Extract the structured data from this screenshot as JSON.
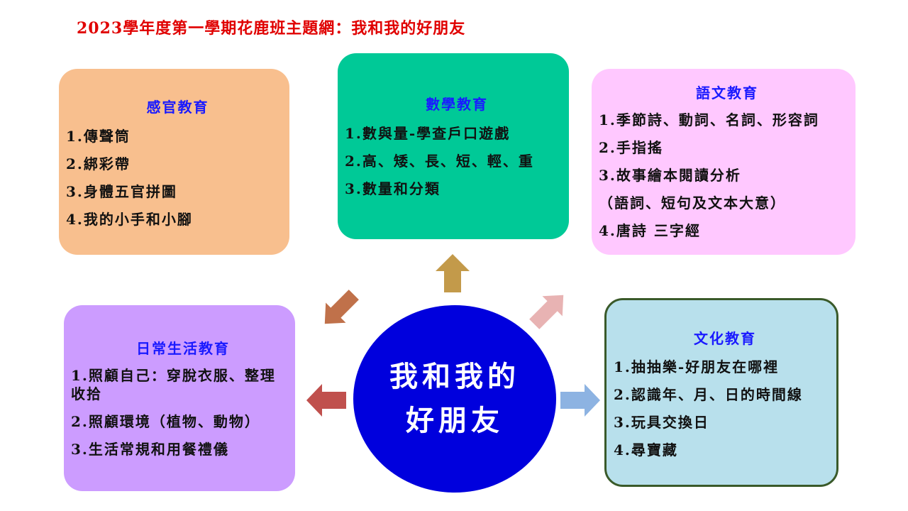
{
  "title": "2023學年度第一學期花鹿班主題網：我和我的好朋友",
  "center": {
    "line1": "我和我的",
    "line2": "好朋友"
  },
  "boxes": {
    "sense": {
      "heading": "感官教育",
      "items": [
        "1.傳聲筒",
        "2.綁彩帶",
        "3.身體五官拼圖",
        "4.我的小手和小腳"
      ]
    },
    "math": {
      "heading": "數學教育",
      "items": [
        "1.數與量-學查戶口遊戲",
        "2.高、矮、長、短、輕、重",
        "3.數量和分類"
      ]
    },
    "lang": {
      "heading": "語文教育",
      "items": [
        "1.季節詩、動詞、名詞、形容詞",
        "2.手指搖",
        "3.故事繪本閱讀分析",
        "（語詞、短句及文本大意）",
        "4.唐詩 三字經"
      ]
    },
    "daily": {
      "heading": "日常生活教育",
      "items": [
        "1.照顧自己：穿脫衣服、整理收拾",
        "2.照顧環境（植物、動物）",
        "3.生活常規和用餐禮儀"
      ]
    },
    "culture": {
      "heading": "文化教育",
      "items": [
        "1.抽抽樂-好朋友在哪裡",
        "2.認識年、月、日的時間線",
        "3.玩具交換日",
        "4.尋寶藏"
      ]
    }
  },
  "colors": {
    "sense": "#f8bf8e",
    "math": "#00c997",
    "lang": "#ffc8ff",
    "daily": "#cc9cff",
    "culture": "#b8e0ec",
    "center": "#0000dd",
    "title": "#e00000",
    "heading": "#1a1aff",
    "arrow_up": "#c39a4a",
    "arrow_upleft": "#c0714a",
    "arrow_upright": "#e8b3b3",
    "arrow_left": "#c0504d",
    "arrow_right": "#8db3e2"
  }
}
